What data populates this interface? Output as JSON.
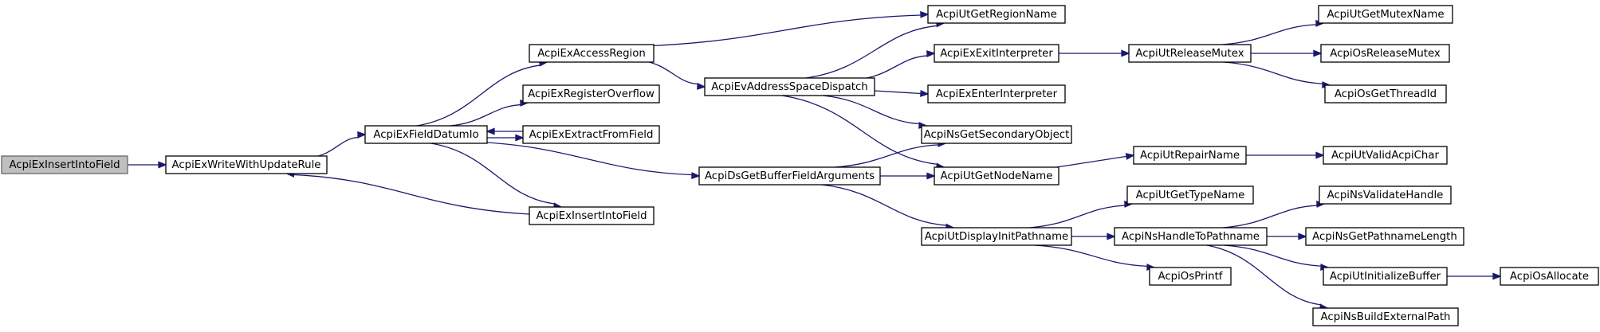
{
  "graph": {
    "arrow_color": "#191970",
    "root_fill": "#bfbfbf",
    "nodes": [
      {
        "id": "n_root",
        "label": "AcpiExInsertIntoField",
        "root": true
      },
      {
        "id": "n_wur",
        "label": "AcpiExWriteWithUpdateRule"
      },
      {
        "id": "n_fdio",
        "label": "AcpiExFieldDatumIo"
      },
      {
        "id": "n_acc",
        "label": "AcpiExAccessRegion"
      },
      {
        "id": "n_ovf",
        "label": "AcpiExRegisterOverflow"
      },
      {
        "id": "n_ext",
        "label": "AcpiExExtractFromField"
      },
      {
        "id": "n_ins",
        "label": "AcpiExInsertIntoField"
      },
      {
        "id": "n_asd",
        "label": "AcpiEvAddressSpaceDispatch"
      },
      {
        "id": "n_bfa",
        "label": "AcpiDsGetBufferFieldArguments"
      },
      {
        "id": "n_rgn",
        "label": "AcpiUtGetRegionName"
      },
      {
        "id": "n_exi",
        "label": "AcpiExExitInterpreter"
      },
      {
        "id": "n_eni",
        "label": "AcpiExEnterInterpreter"
      },
      {
        "id": "n_sec",
        "label": "AcpiNsGetSecondaryObject"
      },
      {
        "id": "n_gnn",
        "label": "AcpiUtGetNodeName"
      },
      {
        "id": "n_dip",
        "label": "AcpiUtDisplayInitPathname"
      },
      {
        "id": "n_rmx",
        "label": "AcpiUtReleaseMutex"
      },
      {
        "id": "n_rpn",
        "label": "AcpiUtRepairName"
      },
      {
        "id": "n_gtn",
        "label": "AcpiUtGetTypeName"
      },
      {
        "id": "n_htp",
        "label": "AcpiNsHandleToPathname"
      },
      {
        "id": "n_prf",
        "label": "AcpiOsPrintf"
      },
      {
        "id": "n_gmn",
        "label": "AcpiUtGetMutexName"
      },
      {
        "id": "n_orm",
        "label": "AcpiOsReleaseMutex"
      },
      {
        "id": "n_gti",
        "label": "AcpiOsGetThreadId"
      },
      {
        "id": "n_vac",
        "label": "AcpiUtValidAcpiChar"
      },
      {
        "id": "n_vh",
        "label": "AcpiNsValidateHandle"
      },
      {
        "id": "n_gpl",
        "label": "AcpiNsGetPathnameLength"
      },
      {
        "id": "n_ib",
        "label": "AcpiUtInitializeBuffer"
      },
      {
        "id": "n_bep",
        "label": "AcpiNsBuildExternalPath"
      },
      {
        "id": "n_all",
        "label": "AcpiOsAllocate"
      }
    ],
    "edges": [
      {
        "from": "n_root",
        "to": "n_wur"
      },
      {
        "from": "n_wur",
        "to": "n_fdio"
      },
      {
        "from": "n_fdio",
        "to": "n_acc"
      },
      {
        "from": "n_fdio",
        "to": "n_ovf"
      },
      {
        "from": "n_fdio",
        "to": "n_ext"
      },
      {
        "from": "n_ext",
        "to": "n_fdio"
      },
      {
        "from": "n_fdio",
        "to": "n_ins"
      },
      {
        "from": "n_ins",
        "to": "n_wur"
      },
      {
        "from": "n_fdio",
        "to": "n_bfa"
      },
      {
        "from": "n_acc",
        "to": "n_rgn"
      },
      {
        "from": "n_acc",
        "to": "n_asd"
      },
      {
        "from": "n_asd",
        "to": "n_rgn"
      },
      {
        "from": "n_asd",
        "to": "n_exi"
      },
      {
        "from": "n_asd",
        "to": "n_eni"
      },
      {
        "from": "n_asd",
        "to": "n_sec"
      },
      {
        "from": "n_asd",
        "to": "n_gnn"
      },
      {
        "from": "n_bfa",
        "to": "n_sec"
      },
      {
        "from": "n_bfa",
        "to": "n_gnn"
      },
      {
        "from": "n_bfa",
        "to": "n_dip"
      },
      {
        "from": "n_exi",
        "to": "n_rmx"
      },
      {
        "from": "n_rmx",
        "to": "n_gmn"
      },
      {
        "from": "n_rmx",
        "to": "n_orm"
      },
      {
        "from": "n_rmx",
        "to": "n_gti"
      },
      {
        "from": "n_gnn",
        "to": "n_rpn"
      },
      {
        "from": "n_rpn",
        "to": "n_vac"
      },
      {
        "from": "n_dip",
        "to": "n_gtn"
      },
      {
        "from": "n_dip",
        "to": "n_htp"
      },
      {
        "from": "n_dip",
        "to": "n_prf"
      },
      {
        "from": "n_htp",
        "to": "n_vh"
      },
      {
        "from": "n_htp",
        "to": "n_gpl"
      },
      {
        "from": "n_htp",
        "to": "n_ib"
      },
      {
        "from": "n_htp",
        "to": "n_bep"
      },
      {
        "from": "n_ib",
        "to": "n_all"
      }
    ]
  }
}
